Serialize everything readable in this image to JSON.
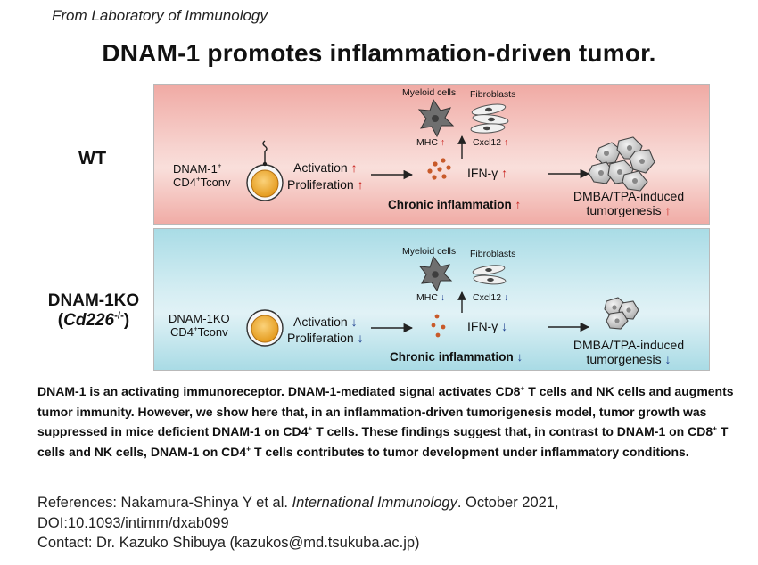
{
  "header": {
    "from_lab": "From Laboratory of Immunology",
    "title": "DNAM-1 promotes inflammation-driven tumor."
  },
  "colors": {
    "panel_wt": "#f4bdb7",
    "panel_ko": "#bfe6ee",
    "up_arrow": "#c8201c",
    "down_arrow": "#1d3f8f"
  },
  "panels": {
    "wt": {
      "row_label": "WT",
      "cell_label_line1": "DNAM-1",
      "cell_label_sup": "+",
      "cell_label_line2_pre": "CD4",
      "cell_label_line2_sup": "+",
      "cell_label_line2_post": "Tconv",
      "activation": "Activation",
      "proliferation": "Proliferation",
      "myeloid": "Myeloid cells",
      "fibroblasts": "Fibroblasts",
      "mhc": "MHC",
      "cxcl12": "Cxcl12",
      "ifn": "IFN-γ",
      "chronic": "Chronic inflammation",
      "tumor_line1": "DMBA/TPA-induced",
      "tumor_line2": "tumorgenesis",
      "direction_arrow": "↑"
    },
    "ko": {
      "row_label_line1": "DNAM-1KO",
      "row_label_gene": "Cd226",
      "row_label_sup": "-/-",
      "cell_label_line1": "DNAM-1KO",
      "cell_label_line2_pre": "CD4",
      "cell_label_line2_sup": "+",
      "cell_label_line2_post": "Tconv",
      "activation": "Activation",
      "proliferation": "Proliferation",
      "myeloid": "Myeloid cells",
      "fibroblasts": "Fibroblasts",
      "mhc": "MHC",
      "cxcl12": "Cxcl12",
      "ifn": "IFN-γ",
      "chronic": "Chronic inflammation",
      "tumor_line1": "DMBA/TPA-induced",
      "tumor_line2": "tumorgenesis",
      "direction_arrow": "↓"
    }
  },
  "caption": {
    "s1": "DNAM-1 is an activating immunoreceptor. DNAM-1-mediated signal activates CD8",
    "s1_sup": "+",
    "s2": " T cells and NK cells and augments tumor immunity. However, we show here that, in an inflammation-driven tumorigenesis model, tumor growth was suppressed in mice deficient DNAM-1 on CD4",
    "s2_sup": "+",
    "s3": " T cells. These findings suggest that, in contrast to DNAM-1 on CD8",
    "s3_sup": "+",
    "s4": " T cells and NK cells, DNAM-1 on CD4",
    "s4_sup": "+",
    "s5": " T cells contributes to tumor development under inflammatory conditions."
  },
  "references": {
    "ref_prefix": "References: Nakamura-Shinya Y et al. ",
    "journal": "International Immunology",
    "ref_suffix": ". October 2021,",
    "doi": "DOI:10.1093/intimm/dxab099",
    "contact": "Contact: Dr. Kazuko Shibuya (kazukos@md.tsukuba.ac.jp)"
  }
}
